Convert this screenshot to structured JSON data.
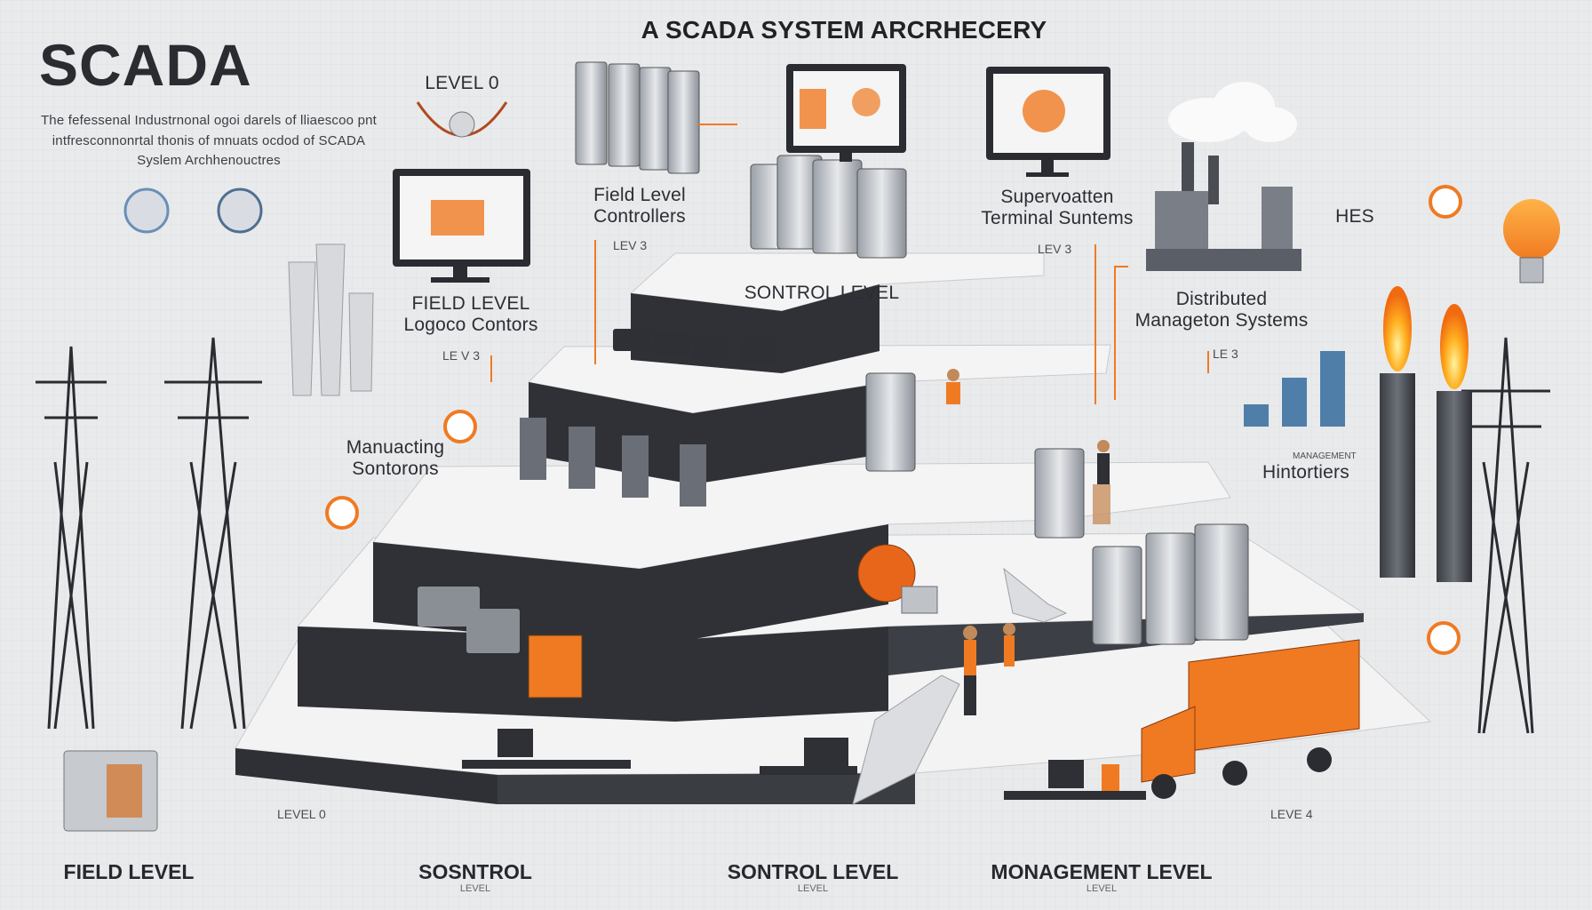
{
  "header": {
    "brand": "SCADA",
    "title": "A SCADA SYSTEM ARCRHECERY",
    "intro": "The fefessenal Industrnonal ogoi darels of lliaescoo pnt intfresconnonrtal thonis of mnuats ocdod of SCADA Syslem Archhenouctres"
  },
  "labels": {
    "level_0_top": "LEVEL 0",
    "field_level_controllers": "Field Level\nControllers",
    "supervisory_terminal": "Supervoatten\nTerminal Suntems",
    "mes": "HES",
    "sontrol_level": "SONTROL LEVEL",
    "field_level_logoco": "FIELD LEVEL\nLogoco Contors",
    "distributed_management": "Distributed\nManageton Systems",
    "manufacturing": "Manuacting\nSontorons",
    "histortiers": "Hintortiers"
  },
  "small_marks": {
    "lev3_a": "LEV 3",
    "lev3_b": "LEV 3",
    "lev3_c": "LE V 3",
    "lev3_d": "LE 3",
    "level0_bottom": "LEVEL 0",
    "level4_bottom": "LEVE 4",
    "manufacturing_small": "MANAGEMENT"
  },
  "bottom_levels": [
    {
      "label": "FIELD LEVEL",
      "sub": ""
    },
    {
      "label": "SOSNTROL",
      "sub": "LEVEL"
    },
    {
      "label": "SONTROL LEVEL",
      "sub": "LEVEL"
    },
    {
      "label": "MONAGEMENT LEVEL",
      "sub": "LEVEL"
    }
  ],
  "colors": {
    "accent_orange": "#f07a22",
    "tier_white": "#f4f4f5",
    "tier_dark": "#2e3035",
    "background": "#e9eaec"
  }
}
